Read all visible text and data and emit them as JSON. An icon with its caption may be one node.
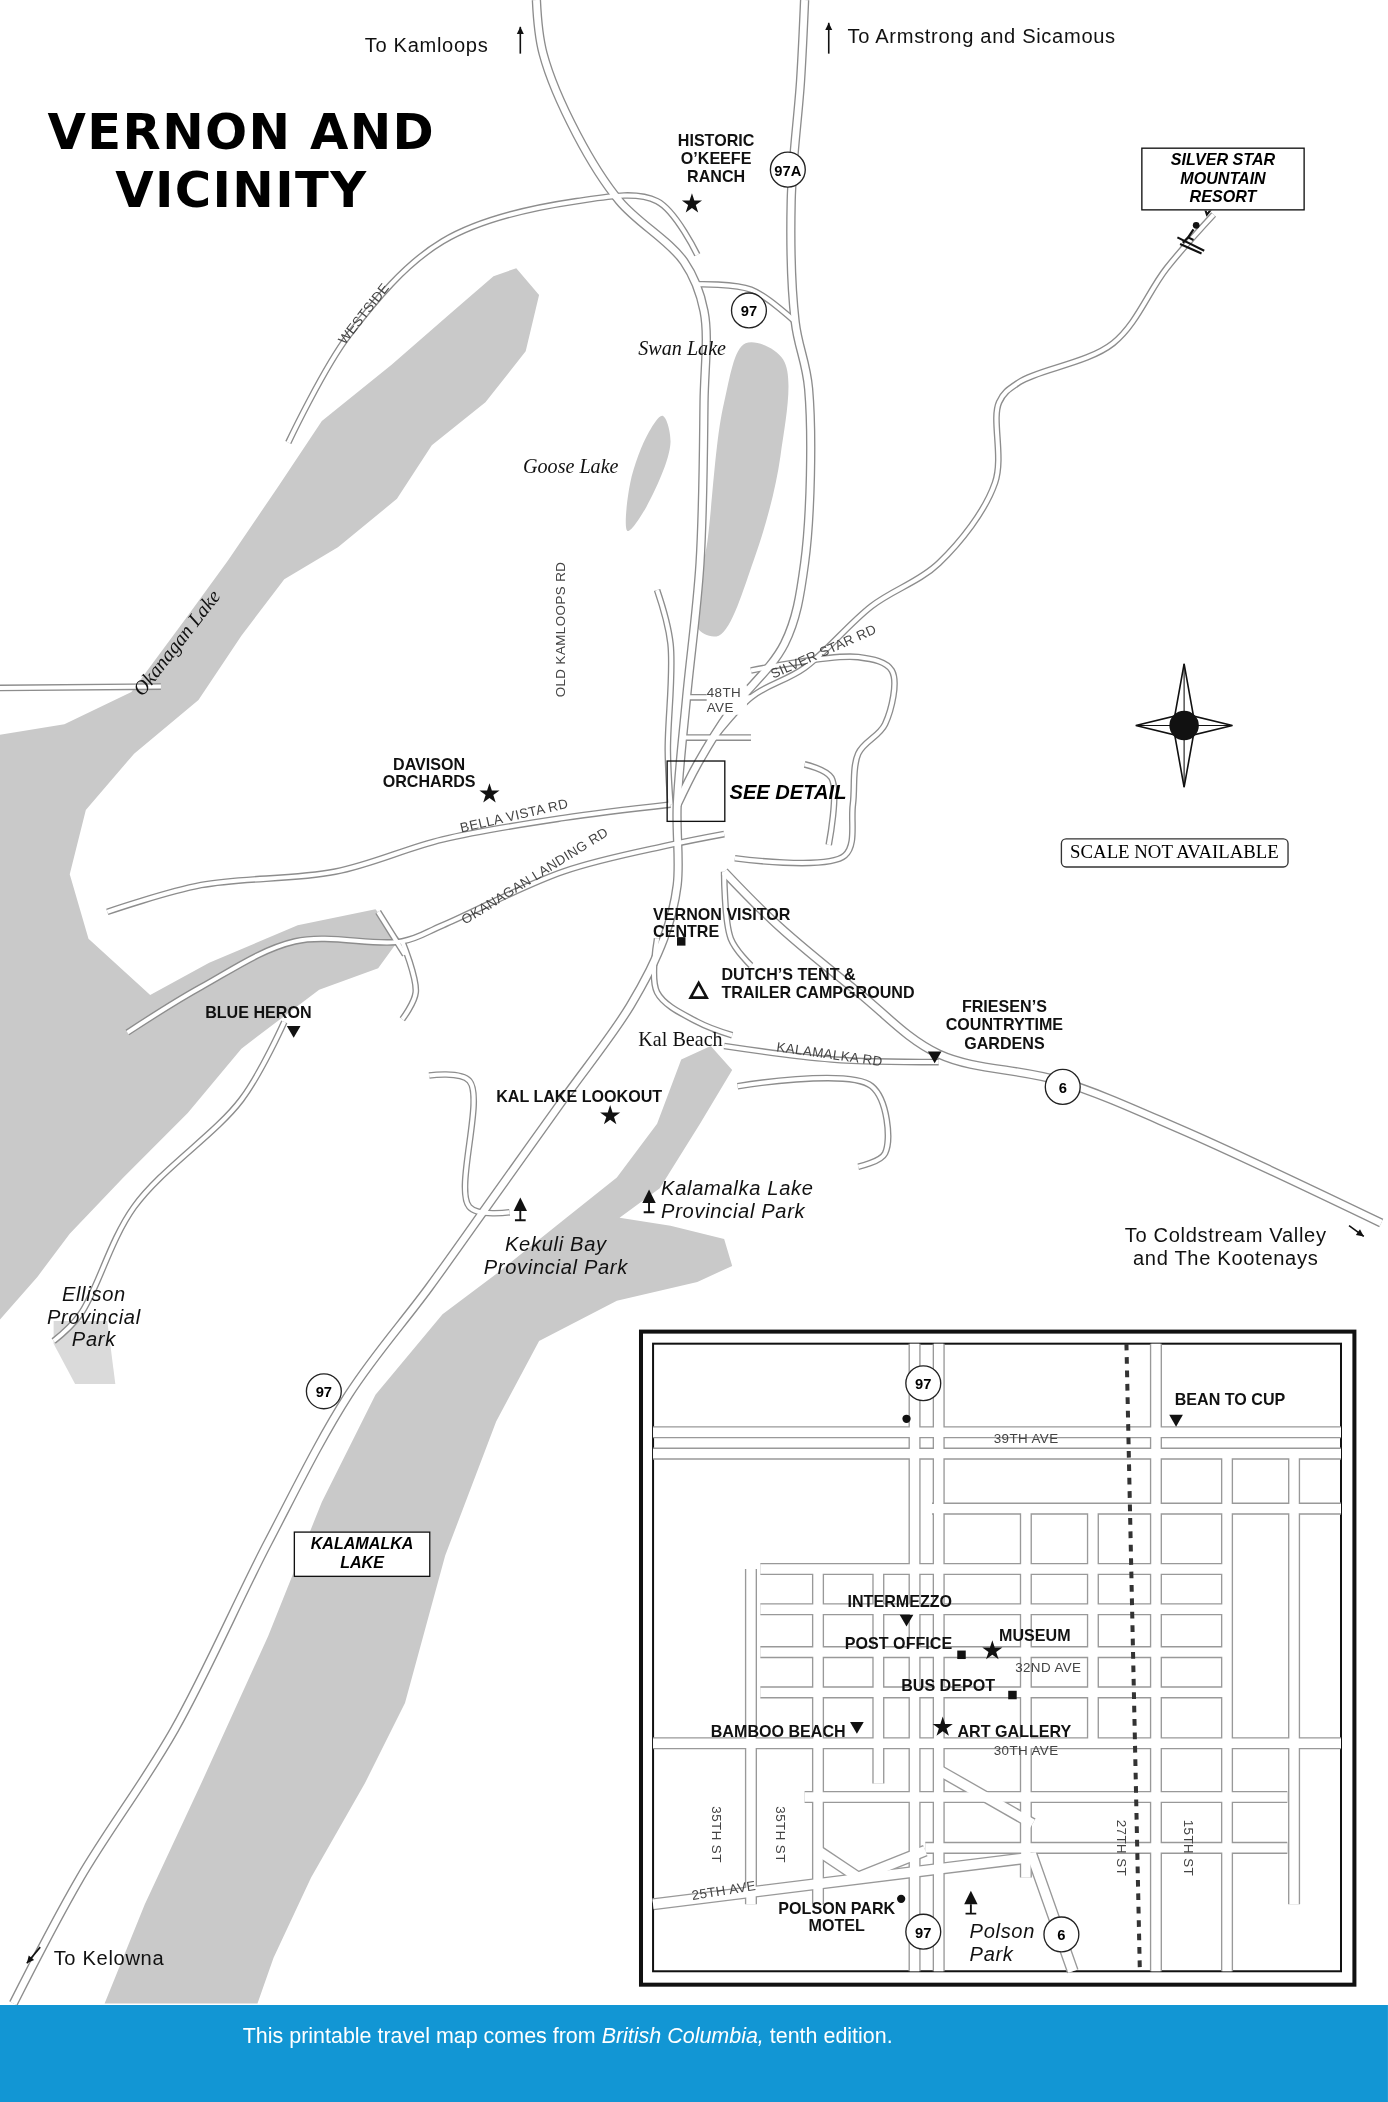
{
  "diagram": {
    "title": "VERNON AND VICINITY",
    "nodes": [
      {
        "text": [
          "SILVER STAR MOUNTAIN RESORT"
        ]
      },
      {
        "text": [
          "97A"
        ]
      },
      {
        "text": [
          "97"
        ]
      },
      {
        "text": [
          "SEE DETAIL"
        ]
      },
      {
        "text": [
          "SCALE NOT AVAILABLE"
        ]
      },
      {
        "text": [
          "6"
        ]
      },
      {
        "text": [
          "97"
        ]
      },
      {
        "text": [
          "KALAMALKA LAKE"
        ]
      },
      {
        "text": [
          "97"
        ]
      },
      {
        "text": [
          "97"
        ]
      },
      {
        "text": [
          "6"
        ]
      }
    ],
    "labels": [
      "To Kamloops",
      "To Armstrong and Sicamous",
      "HISTORIC O’KEEFE RANCH",
      "WESTSIDE",
      "Swan Lake",
      "Goose Lake",
      "Okanagan Lake",
      "OLD KAMLOOPS RD",
      "48TH AVE",
      "SILVER STAR RD",
      "DAVISON ORCHARDS",
      "BELLA VISTA RD",
      "OKANAGAN LANDING RD",
      "VERNON VISITOR CENTRE",
      "DUTCH’S TENT & TRAILER CAMPGROUND",
      "BLUE HERON",
      "FRIESEN’S COUNTRYTIME GARDENS",
      "Kal Beach",
      "KALAMALKA RD",
      "KAL LAKE LOOKOUT",
      "Kalamalka Lake Provincial Park",
      "Kekuli Bay Provincial Park",
      "To Coldstream Valley and The Kootenays",
      "Ellison Provincial Park",
      "To Kelowna",
      "BEAN TO CUP",
      "39TH AVE",
      "INTERMEZZO",
      "MUSEUM",
      "POST OFFICE",
      "32ND AVE",
      "BUS DEPOT",
      "BAMBOO BEACH",
      "ART GALLERY",
      "30TH AVE",
      "35TH ST",
      "35TH ST",
      "27TH ST",
      "15TH ST",
      "25TH AVE",
      "POLSON PARK MOTEL",
      "Polson Park",
      "This printable travel map comes from *British Columbia,* tenth edition."
    ]
  }
}
